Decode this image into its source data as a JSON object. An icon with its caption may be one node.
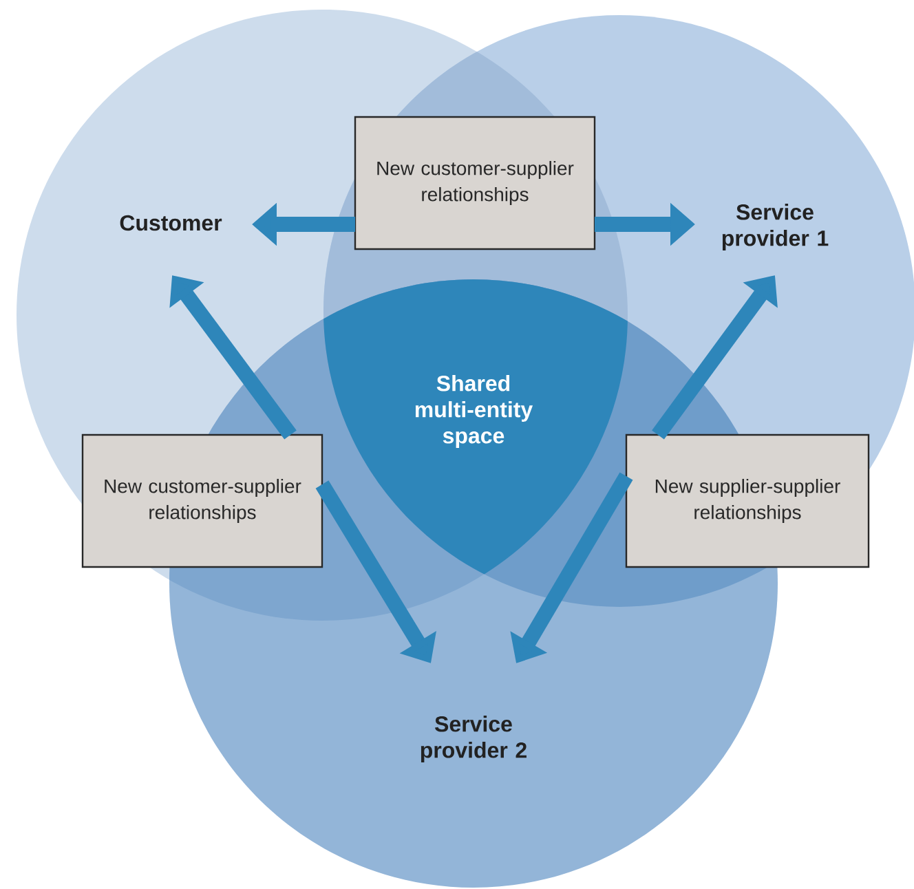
{
  "diagram": {
    "nodes": [
      {
        "text": [
          "Customer"
        ]
      },
      {
        "text": [
          "Service provider 1"
        ]
      },
      {
        "text": [
          "Service provider 2"
        ]
      },
      {
        "text": [
          "Shared multi-entity space"
        ]
      },
      {
        "text": [
          "New customer-supplier relationships"
        ]
      },
      {
        "text": [
          "New customer-supplier relationships"
        ]
      },
      {
        "text": [
          "New supplier-supplier relationships"
        ]
      }
    ],
    "edges": [
      {
        "from": 4,
        "to": 0,
        "arrow": "to"
      },
      {
        "from": 4,
        "to": 1,
        "arrow": "to"
      },
      {
        "from": 5,
        "to": 0,
        "arrow": "to"
      },
      {
        "from": 5,
        "to": 2,
        "arrow": "to"
      },
      {
        "from": 6,
        "to": 1,
        "arrow": "to"
      },
      {
        "from": 6,
        "to": 2,
        "arrow": "to"
      }
    ]
  }
}
